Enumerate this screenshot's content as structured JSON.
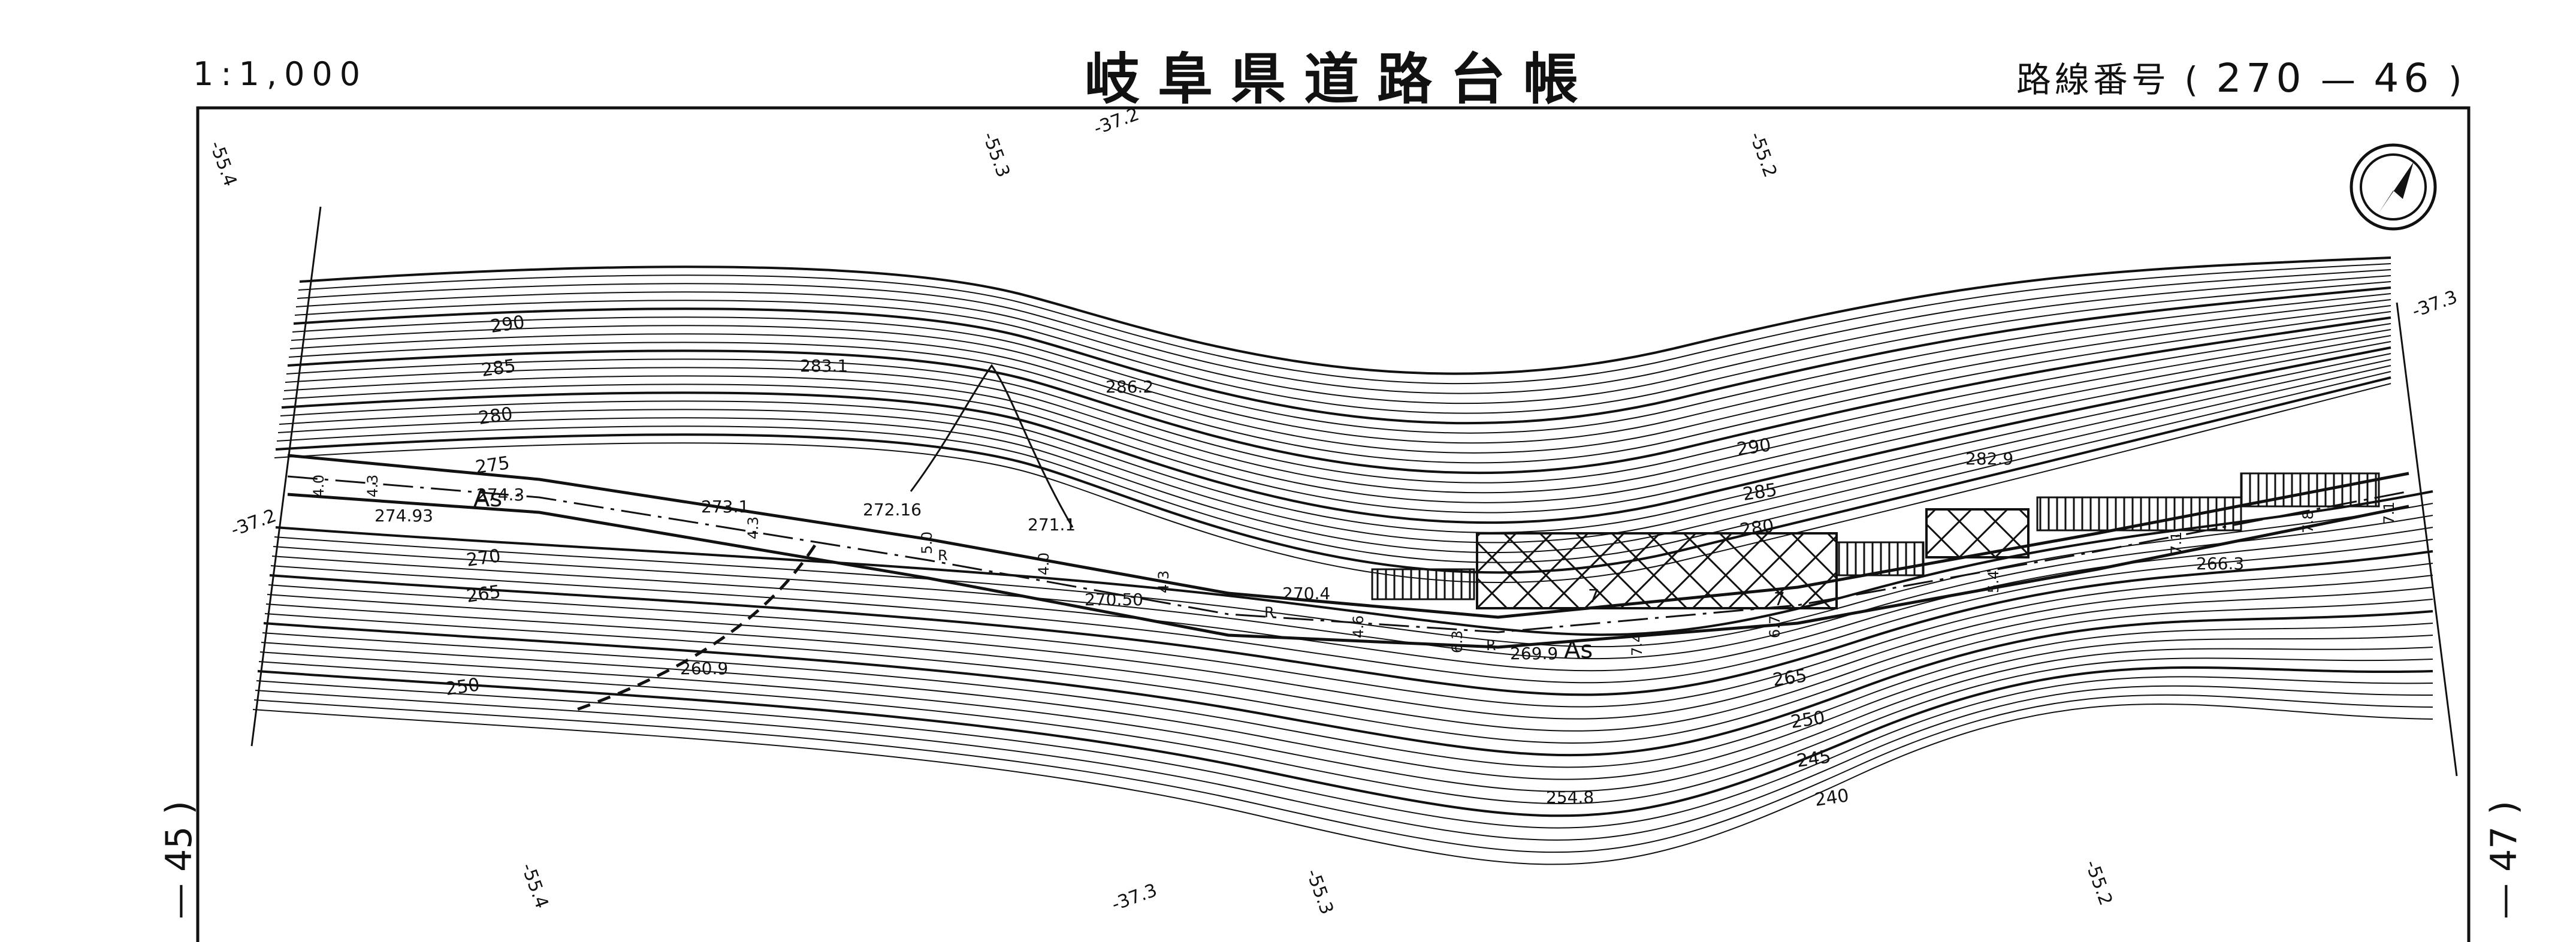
{
  "header": {
    "scale": "1:1,000",
    "title": "岐阜県道路台帳",
    "route_label": "路線番号",
    "route_open": "(",
    "route_number": "270",
    "route_dash": "—",
    "route_sheet": "46",
    "route_close": ")"
  },
  "sheets": {
    "left": "— 45 )",
    "right": "— 47 )"
  },
  "map": {
    "contour_labels": [
      "290",
      "285",
      "280",
      "275",
      "270",
      "265",
      "250",
      "290",
      "285",
      "280",
      "265",
      "250",
      "245",
      "240"
    ],
    "spot_heights": [
      "283.1",
      "286.2",
      "282.9",
      "274.3",
      "274.93",
      "273.1",
      "272.16",
      "271.1",
      "270.50",
      "270.4",
      "269.9",
      "266.3",
      "260.9",
      "254.8"
    ],
    "grid_labels": [
      "-55.4",
      "-55.3",
      "-37.2",
      "-55.2",
      "-37.3",
      "-37.2",
      "-55.4",
      "-37.3",
      "-55.3",
      "-55.2"
    ],
    "widths": [
      "4.0",
      "4.3",
      "4.3",
      "5.0",
      "4.0",
      "4.3",
      "4.6",
      "6.3",
      "7.4",
      "6.7",
      "5.4",
      "7.1",
      "7.8",
      "7.1"
    ],
    "road_texts": [
      "As",
      "R",
      "R",
      "R",
      "As"
    ],
    "slope_symbols": [
      "7",
      "7"
    ],
    "north_arrow": "north-arrow-icon"
  }
}
